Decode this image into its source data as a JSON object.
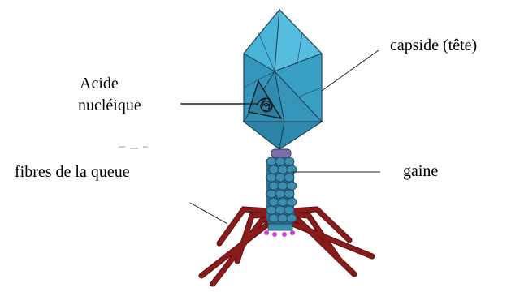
{
  "labels": {
    "capsid": "capside (tête)",
    "nucleic_acid_line1": "Acide",
    "nucleic_acid_line2": "nucléique",
    "tail_fibers": "fibres de la queue",
    "sheath": "gaine"
  },
  "colors": {
    "capsid": "#3a9fc4",
    "capsid_edge": "#1a3f55",
    "sheath": "#3d8db0",
    "collar": "#7a6fa8",
    "fibers": "#8b1a1a",
    "base_plate": "#d040d0"
  }
}
